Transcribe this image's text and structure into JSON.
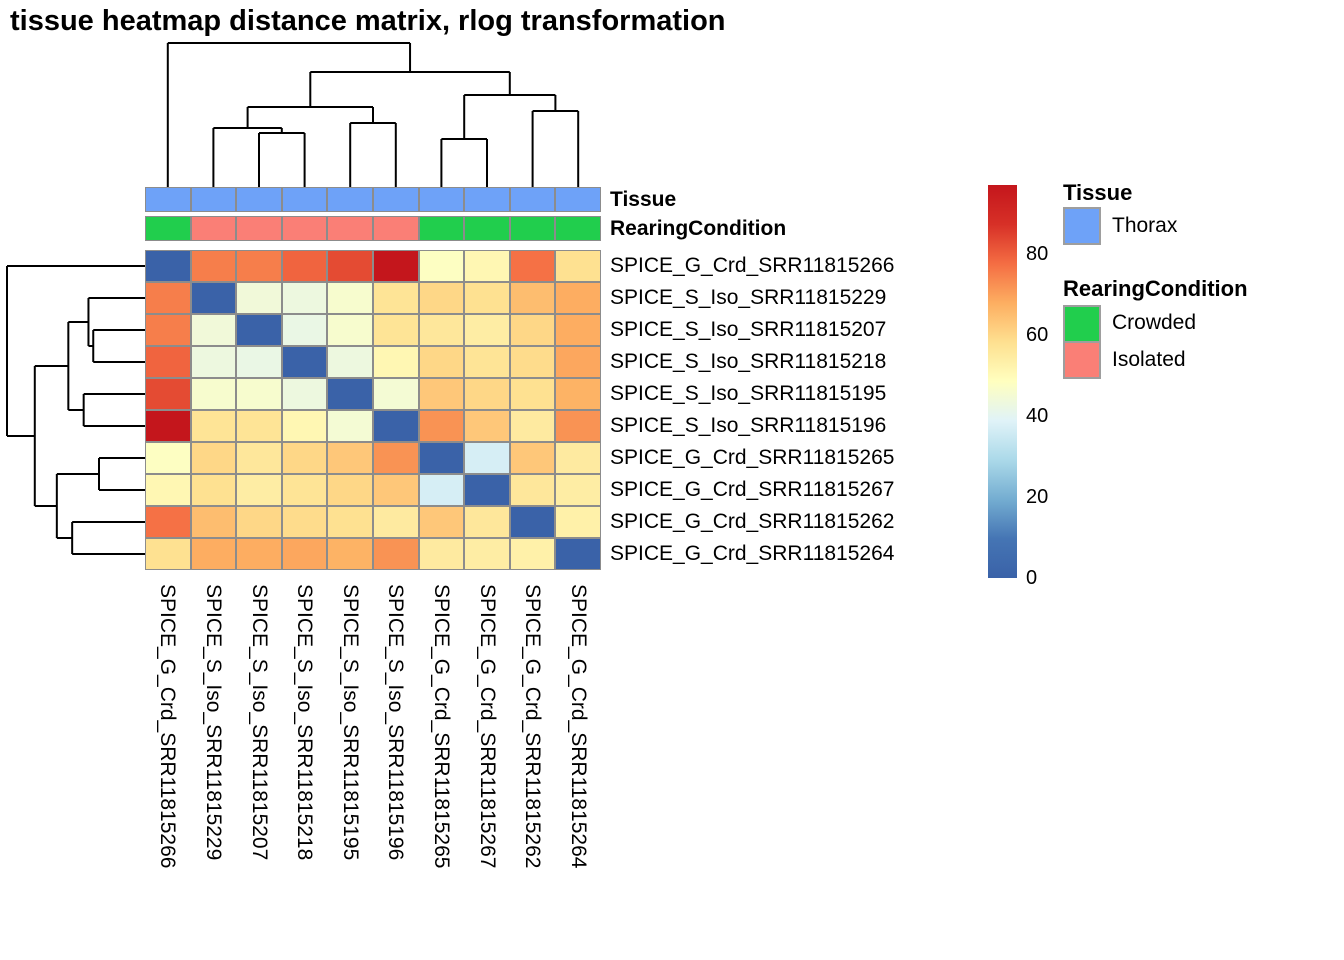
{
  "title": "tissue heatmap distance matrix, rlog transformation",
  "chart_data": {
    "type": "heatmap",
    "samples": [
      "SPICE_G_Crd_SRR11815266",
      "SPICE_S_Iso_SRR11815229",
      "SPICE_S_Iso_SRR11815207",
      "SPICE_S_Iso_SRR11815218",
      "SPICE_S_Iso_SRR11815195",
      "SPICE_S_Iso_SRR11815196",
      "SPICE_G_Crd_SRR11815265",
      "SPICE_G_Crd_SRR11815267",
      "SPICE_G_Crd_SRR11815262",
      "SPICE_G_Crd_SRR11815264"
    ],
    "note": "symmetric sample-to-sample distance matrix, rows and columns in identical clustered order",
    "matrix": [
      [
        0,
        75,
        75,
        79,
        83,
        97,
        48,
        51,
        77,
        58
      ],
      [
        75,
        0,
        44,
        43,
        46,
        57,
        60,
        58,
        65,
        68
      ],
      [
        75,
        44,
        0,
        42,
        46,
        57,
        56,
        54,
        60,
        68
      ],
      [
        79,
        43,
        42,
        0,
        43,
        51,
        60,
        57,
        59,
        69
      ],
      [
        83,
        46,
        46,
        43,
        0,
        45,
        63,
        60,
        58,
        67
      ],
      [
        97,
        57,
        57,
        51,
        45,
        0,
        72,
        63,
        55,
        72
      ],
      [
        48,
        60,
        56,
        60,
        63,
        72,
        0,
        37,
        63,
        55
      ],
      [
        51,
        58,
        54,
        57,
        60,
        63,
        37,
        0,
        56,
        54
      ],
      [
        77,
        65,
        60,
        59,
        58,
        55,
        63,
        56,
        0,
        53
      ],
      [
        58,
        68,
        68,
        69,
        67,
        72,
        55,
        54,
        53,
        0
      ]
    ],
    "vmin": 0,
    "vmax": 97,
    "colorbar_ticks": [
      0,
      20,
      40,
      60,
      80
    ],
    "colormap_stops": [
      {
        "t": 0.0,
        "color": "#3A62A8"
      },
      {
        "t": 0.1,
        "color": "#4575B4"
      },
      {
        "t": 0.2,
        "color": "#74ADD1"
      },
      {
        "t": 0.3,
        "color": "#ABD9E9"
      },
      {
        "t": 0.4,
        "color": "#E0F3F8"
      },
      {
        "t": 0.5,
        "color": "#FFFFBF"
      },
      {
        "t": 0.6,
        "color": "#FEE090"
      },
      {
        "t": 0.7,
        "color": "#FDAE61"
      },
      {
        "t": 0.8,
        "color": "#F46D43"
      },
      {
        "t": 0.9,
        "color": "#D73027"
      },
      {
        "t": 1.0,
        "color": "#C4161C"
      }
    ],
    "dendrogram": {
      "note": "same tree for rows and columns; leaf indices refer to samples[]; h = merge height (px units of top tree)",
      "nodes": [
        {
          "id": "B",
          "a": 2,
          "b": 3,
          "h": 54
        },
        {
          "id": "A",
          "a": 1,
          "b": "B",
          "h": 59
        },
        {
          "id": "C",
          "a": 4,
          "b": 5,
          "h": 64
        },
        {
          "id": "D",
          "a": "A",
          "b": "C",
          "h": 80
        },
        {
          "id": "E",
          "a": 6,
          "b": 7,
          "h": 48
        },
        {
          "id": "F",
          "a": 8,
          "b": 9,
          "h": 76
        },
        {
          "id": "G",
          "a": "E",
          "b": "F",
          "h": 92
        },
        {
          "id": "H",
          "a": "D",
          "b": "G",
          "h": 115
        },
        {
          "id": "R",
          "a": 0,
          "b": "H",
          "h": 144
        }
      ]
    },
    "annotations": {
      "tissue": {
        "label": "Tissue",
        "values": [
          "Thorax",
          "Thorax",
          "Thorax",
          "Thorax",
          "Thorax",
          "Thorax",
          "Thorax",
          "Thorax",
          "Thorax",
          "Thorax"
        ]
      },
      "rearing": {
        "label": "RearingCondition",
        "values": [
          "Crowded",
          "Isolated",
          "Isolated",
          "Isolated",
          "Isolated",
          "Isolated",
          "Crowded",
          "Crowded",
          "Crowded",
          "Crowded"
        ]
      }
    },
    "annotation_colors": {
      "Thorax": "#6EA2F8",
      "Crowded": "#21CE4D",
      "Isolated": "#FA7F76"
    }
  },
  "annotation_row_labels": {
    "tissue": "Tissue",
    "rearing": "RearingCondition"
  },
  "legend": {
    "tissue_header": "Tissue",
    "tissue_items": [
      {
        "label": "Thorax",
        "color": "#6EA2F8"
      }
    ],
    "rearing_header": "RearingCondition",
    "rearing_items": [
      {
        "label": "Crowded",
        "color": "#21CE4D"
      },
      {
        "label": "Isolated",
        "color": "#FA7F76"
      }
    ]
  }
}
